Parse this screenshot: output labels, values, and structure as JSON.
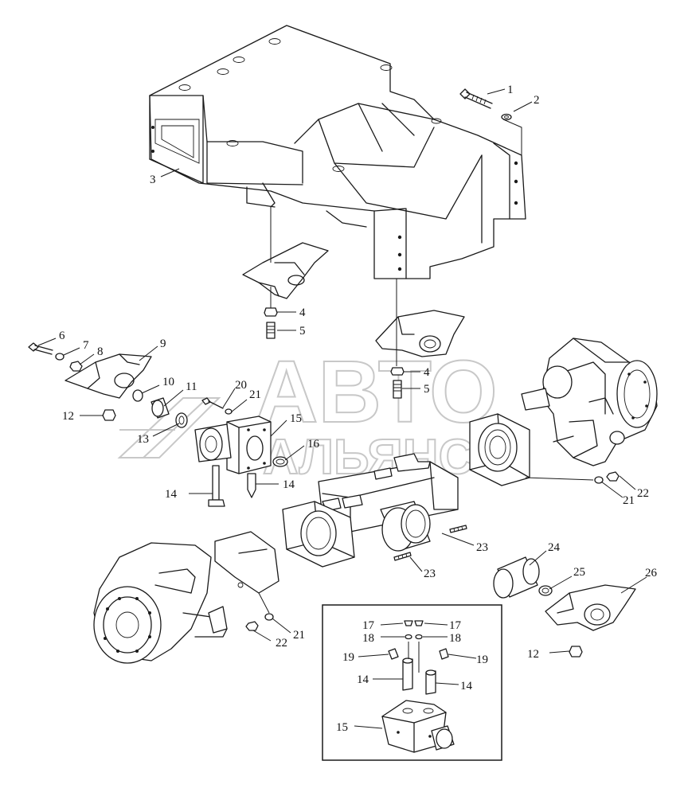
{
  "watermark": {
    "line1": "АВТО",
    "line2": "АЛЬЯНС"
  },
  "callouts": [
    "1",
    "2",
    "3",
    "4",
    "5",
    "4",
    "5",
    "6",
    "7",
    "8",
    "9",
    "10",
    "11",
    "12",
    "13",
    "14",
    "14",
    "15",
    "16",
    "20",
    "21",
    "22",
    "21",
    "23",
    "23",
    "24",
    "25",
    "26",
    "21",
    "22",
    "12",
    "17",
    "17",
    "18",
    "18",
    "19",
    "19",
    "14",
    "14",
    "15"
  ]
}
